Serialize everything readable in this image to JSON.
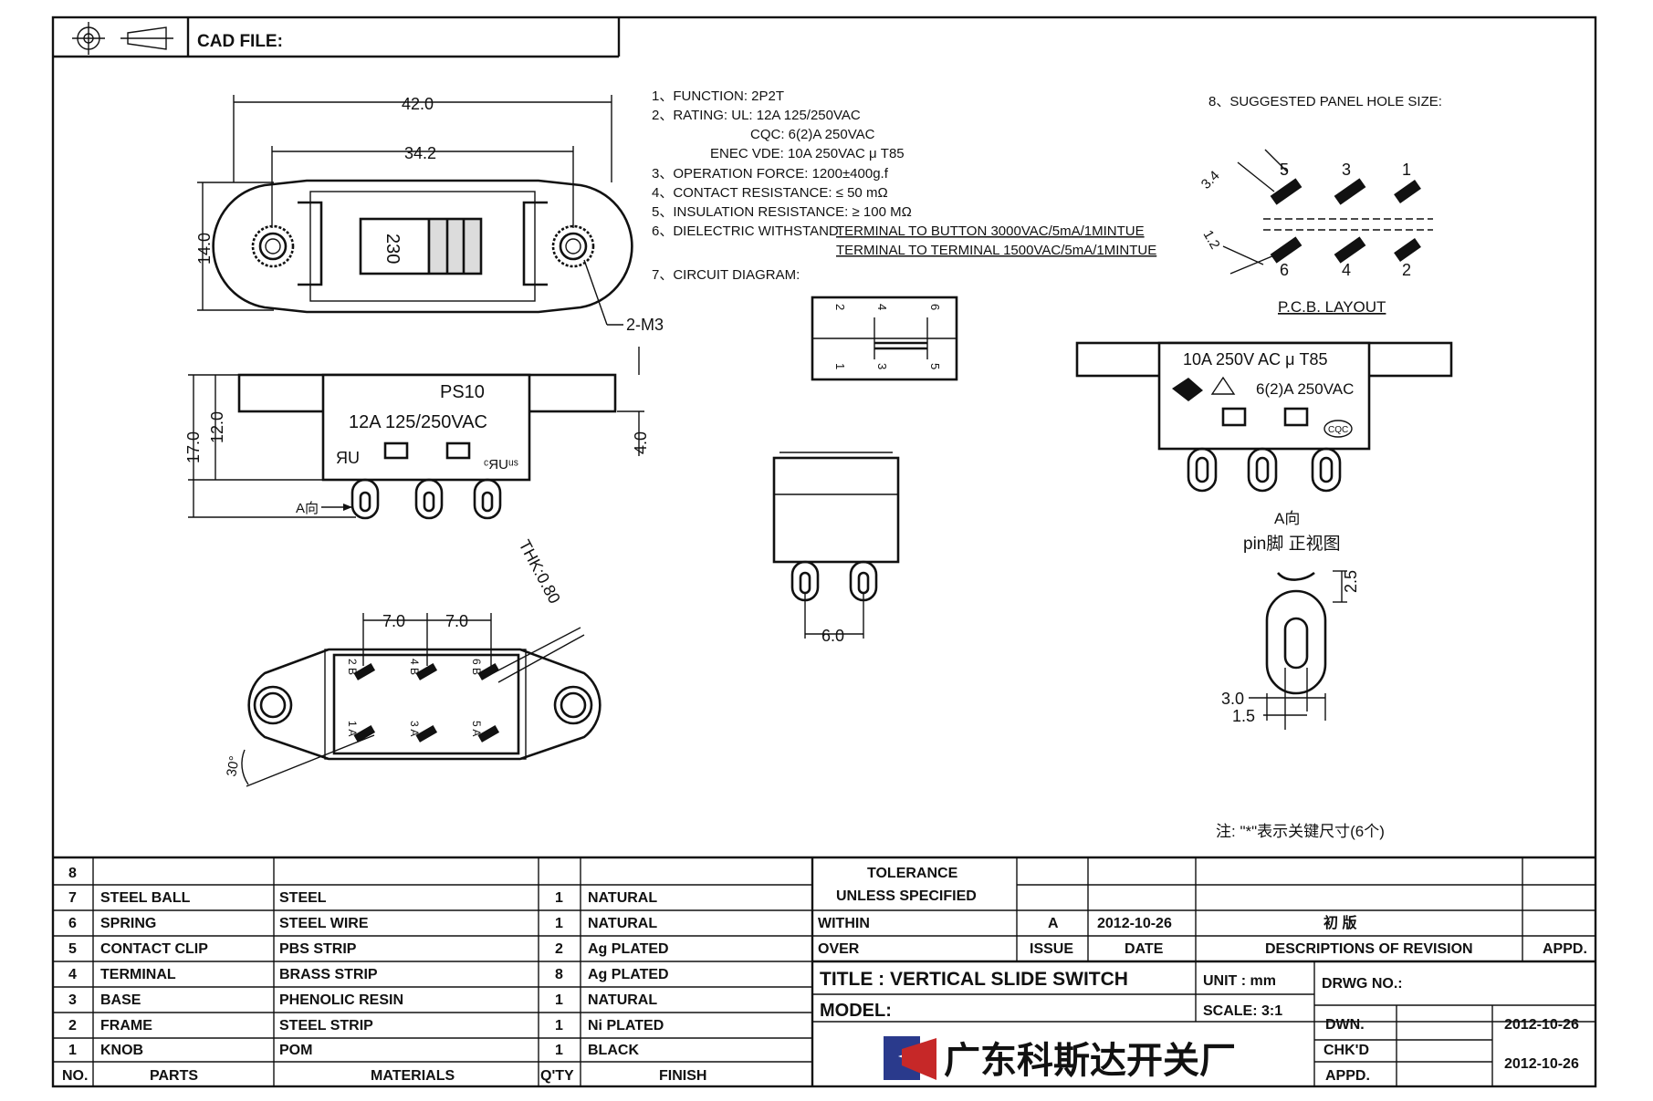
{
  "header": {
    "cad_file_label": "CAD FILE:"
  },
  "specs": {
    "function": "1、FUNCTION:   2P2T",
    "rating_ul": "2、RATING:        UL:  12A  125/250VAC",
    "rating_cqc": "CQC:  6(2)A  250VAC",
    "rating_enec": "ENEC  VDE:  10A  250VAC  μ  T85",
    "operation_force": "3、OPERATION  FORCE:  1200±400g.f",
    "contact_resistance": "4、CONTACT  RESISTANCE: ≤ 50  mΩ",
    "insulation_resistance": "5、INSULATION  RESISTANCE: ≥ 100  MΩ",
    "dielectric_label": "6、DIELECTRIC  WITHSTAND:",
    "dielectric_1": "TERMINAL  TO  BUTTON  3000VAC/5mA/1MINTUE",
    "dielectric_2": "TERMINAL  TO  TERMINAL  1500VAC/5mA/1MINTUE",
    "circuit_diagram": "7、CIRCUIT  DIAGRAM:",
    "panel_hole": "8、SUGGESTED  PANEL  HOLE  SIZE:"
  },
  "top_view": {
    "dim_overall": "42.0",
    "dim_holes": "34.2",
    "dim_height": "14.0",
    "knob_label": "230",
    "screw": "2-M3"
  },
  "side_view": {
    "model": "PS10",
    "rating": "12A 125/250VAC",
    "dim_17": "17.0",
    "dim_12": "12.0",
    "dim_4": "4.0",
    "a_dir": "A向"
  },
  "bottom_view": {
    "pitch_1": "7.0",
    "pitch_2": "7.0",
    "thk": "THK:0.80",
    "angle": "30°",
    "pins_top": [
      "2 B",
      "4 B",
      "6 B"
    ],
    "pins_bottom": [
      "1 A",
      "3 A",
      "5 A"
    ]
  },
  "circuit": {
    "top": [
      "2",
      "4",
      "6"
    ],
    "bottom": [
      "1",
      "3",
      "5"
    ]
  },
  "end_view": {
    "dim": "6.0"
  },
  "pcb": {
    "dim_a": "3.4",
    "dim_b": "1.2",
    "top": [
      "5",
      "3",
      "1"
    ],
    "bottom": [
      "6",
      "4",
      "2"
    ],
    "label": "P.C.B.  LAYOUT"
  },
  "rear_view": {
    "line1": "10A 250V AC μ T85",
    "line2": "6(2)A 250VAC",
    "cqc": "CQC",
    "a_dir": "A向",
    "pin_view": "pin脚  正视图"
  },
  "pin_detail": {
    "d_25": "2.5",
    "d_30": "3.0",
    "d_15": "1.5"
  },
  "note": "注: \"*\"表示关键尺寸(6个)",
  "bom": {
    "rows": [
      {
        "no": "8",
        "part": "",
        "material": "",
        "qty": "",
        "finish": ""
      },
      {
        "no": "7",
        "part": "STEEL  BALL",
        "material": "STEEL",
        "qty": "1",
        "finish": "NATURAL"
      },
      {
        "no": "6",
        "part": "SPRING",
        "material": "STEEL  WIRE",
        "qty": "1",
        "finish": "NATURAL"
      },
      {
        "no": "5",
        "part": "CONTACT  CLIP",
        "material": "PBS  STRIP",
        "qty": "2",
        "finish": "Ag  PLATED"
      },
      {
        "no": "4",
        "part": "TERMINAL",
        "material": "BRASS  STRIP",
        "qty": "8",
        "finish": "Ag  PLATED"
      },
      {
        "no": "3",
        "part": "BASE",
        "material": "PHENOLIC  RESIN",
        "qty": "1",
        "finish": "NATURAL"
      },
      {
        "no": "2",
        "part": "FRAME",
        "material": "STEEL  STRIP",
        "qty": "1",
        "finish": "Ni  PLATED"
      },
      {
        "no": "1",
        "part": "KNOB",
        "material": "POM",
        "qty": "1",
        "finish": "BLACK"
      }
    ],
    "headers": {
      "no": "NO.",
      "parts": "PARTS",
      "materials": "MATERIALS",
      "qty": "Q'TY",
      "finish": "FINISH"
    }
  },
  "title_block": {
    "tolerance": "TOLERANCE",
    "unless": "UNLESS   SPECIFIED",
    "within": "WITHIN",
    "over": "OVER",
    "rev_letter": "A",
    "rev_date": "2012-10-26",
    "rev_desc": "初    版",
    "issue": "ISSUE",
    "date": "DATE",
    "desc_rev": "DESCRIPTIONS  OF  REVISION",
    "appd": "APPD.",
    "title": "TITLE :   VERTICAL  SLIDE  SWITCH",
    "unit": "UNIT :   mm",
    "drwg_no": "DRWG  NO.:",
    "model": "MODEL:",
    "scale": "SCALE:   3:1",
    "dwn": "DWN.",
    "dwn_date": "2012-10-26",
    "chkd": "CHK'D",
    "chkd_date": "2012-10-26",
    "appd2": "APPD.",
    "company": "广东科斯达开关厂"
  }
}
